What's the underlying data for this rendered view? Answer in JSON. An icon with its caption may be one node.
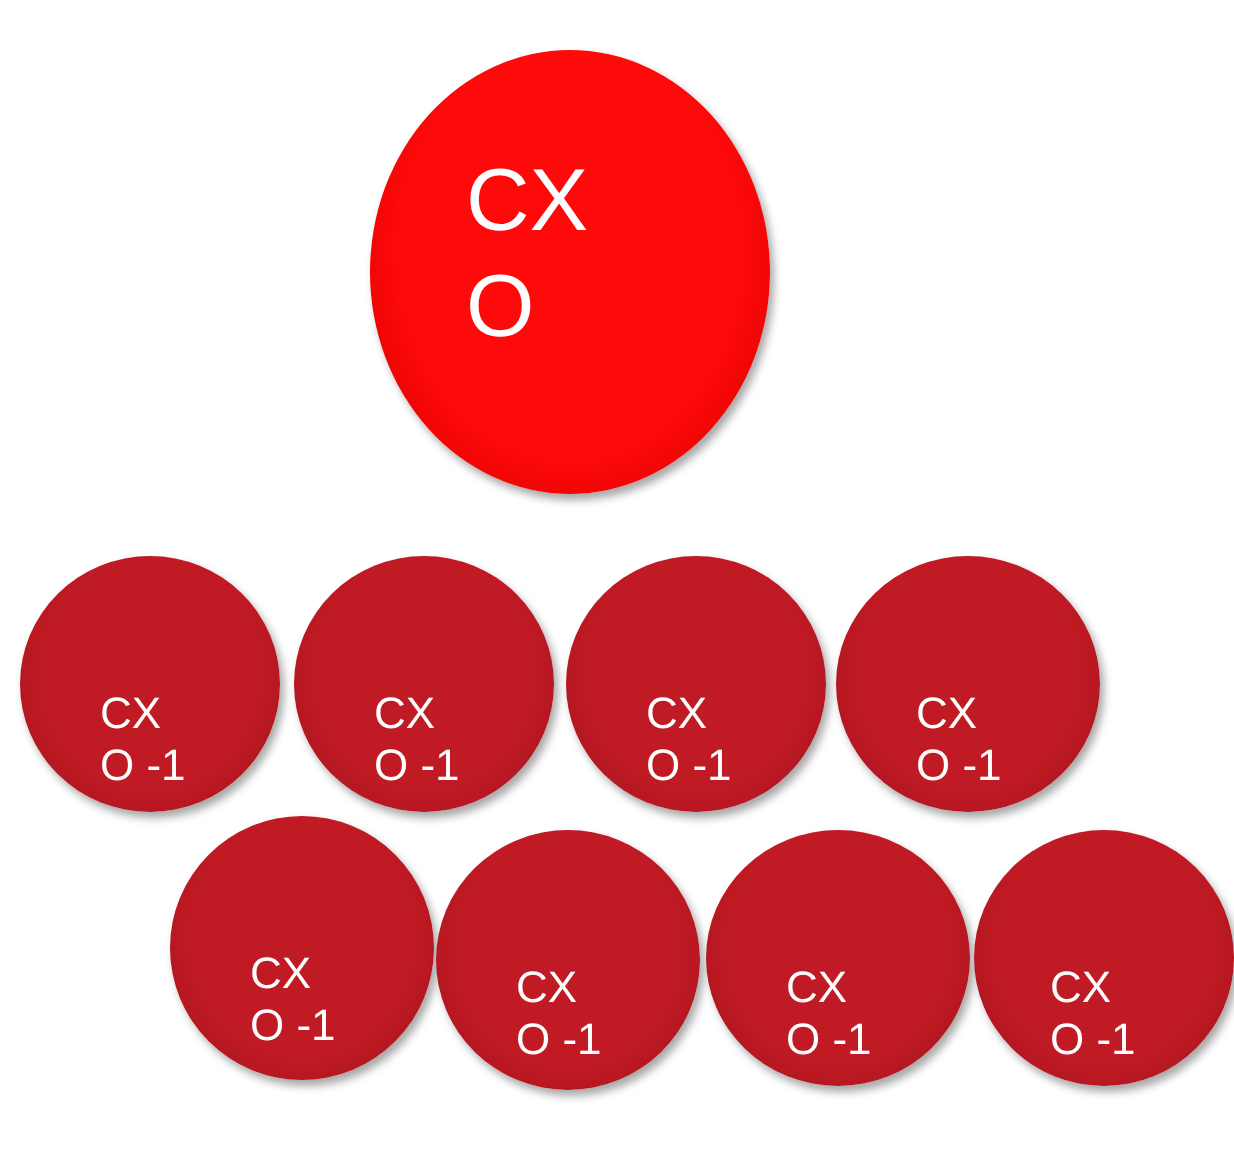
{
  "diagram": {
    "nodes": [
      {
        "text": [
          "CX O"
        ]
      },
      {
        "text": [
          "CX O -1"
        ]
      },
      {
        "text": [
          "CX O -1"
        ]
      },
      {
        "text": [
          "CX O -1"
        ]
      },
      {
        "text": [
          "CX O -1"
        ]
      },
      {
        "text": [
          "CX O -1"
        ]
      },
      {
        "text": [
          "CX O -1"
        ]
      },
      {
        "text": [
          "CX O -1"
        ]
      },
      {
        "text": [
          "CX O -1"
        ]
      }
    ]
  }
}
